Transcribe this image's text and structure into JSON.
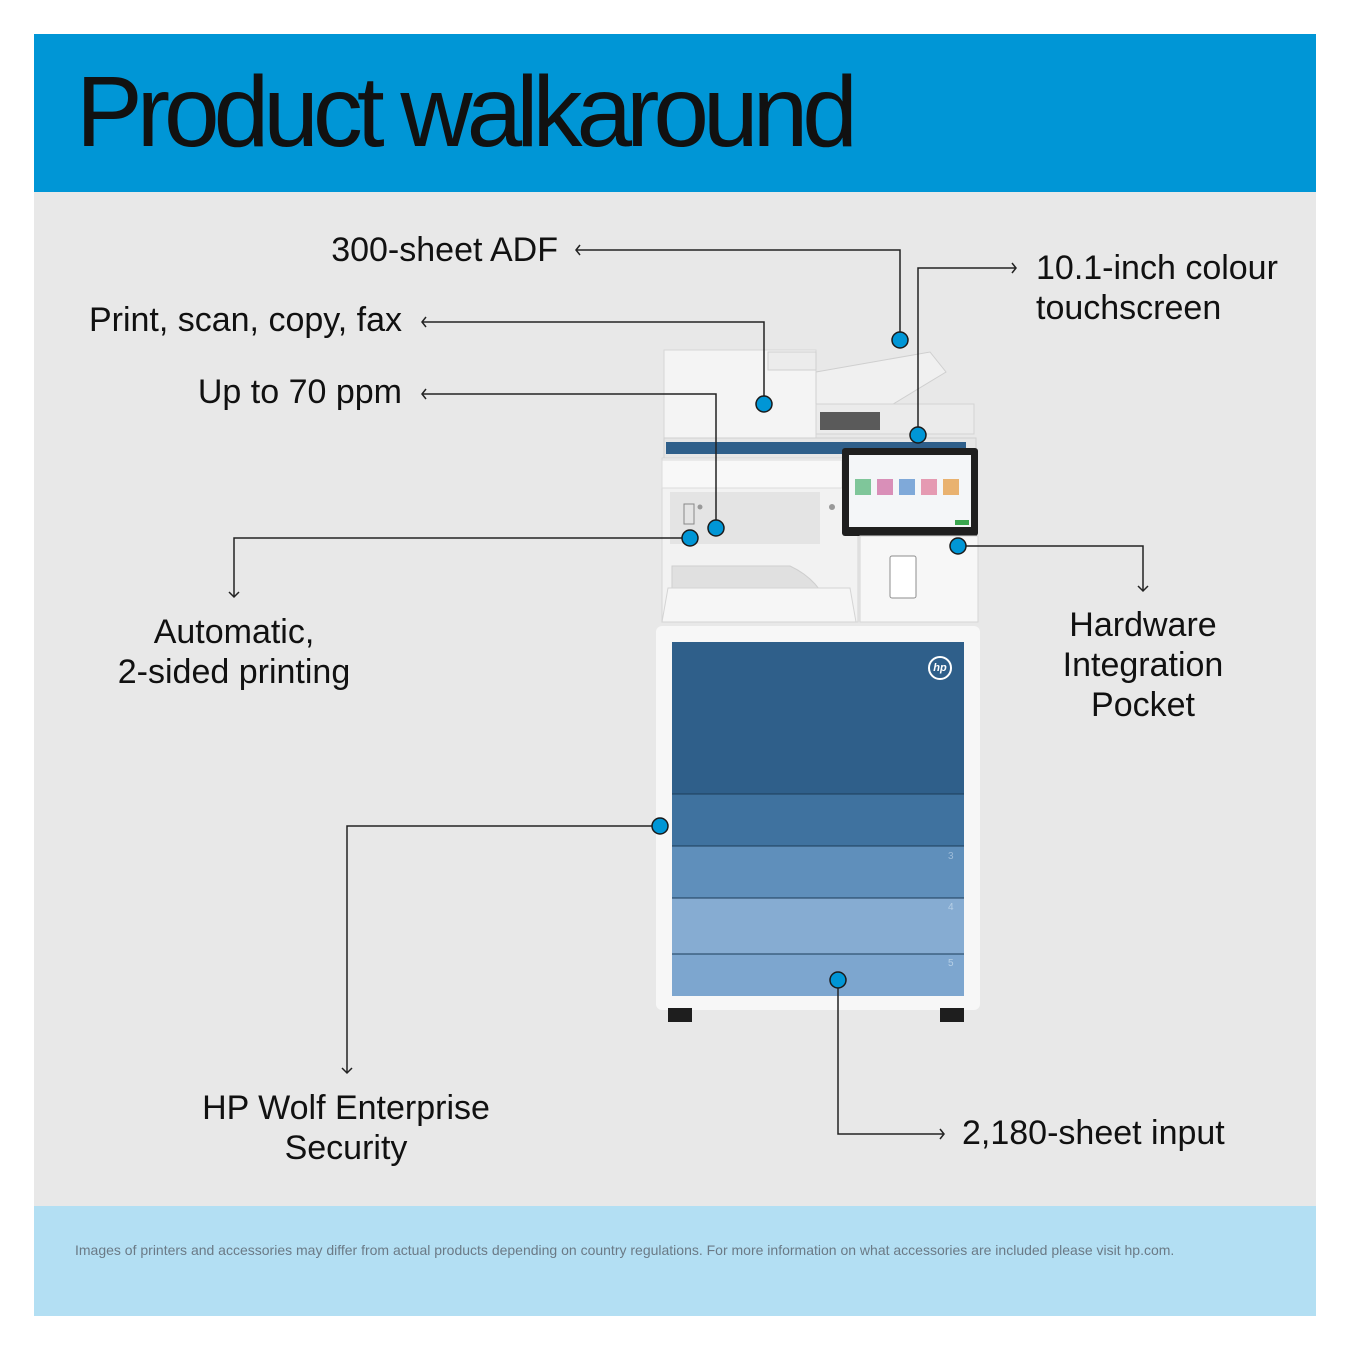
{
  "header": {
    "title": "Product walkaround",
    "background": "#0096d6"
  },
  "callouts": {
    "adf": "300-sheet ADF",
    "functions": "Print, scan, copy, fax",
    "speed": "Up to 70 ppm",
    "duplex": {
      "line1": "Automatic,",
      "line2": "2-sided printing"
    },
    "touchscreen": {
      "line1": "10.1-inch colour",
      "line2": "touchscreen"
    },
    "hip": {
      "line1": "Hardware",
      "line2": "Integration",
      "line3": "Pocket"
    },
    "security": {
      "line1": "HP Wolf Enterprise",
      "line2": "Security"
    },
    "input": "2,180-sheet input"
  },
  "printer": {
    "logo": "hp",
    "tray_numbers": [
      "3",
      "4",
      "5"
    ]
  },
  "colors": {
    "marker": "#0096d6",
    "panel": "#e8e8e8",
    "footer": "#b3dff3",
    "tray_dark": "#2f5f8a",
    "tray_light": "#86acd2"
  },
  "footer": {
    "note": "Images of printers and accessories may differ from actual products depending on country regulations. For more information on what accessories are included please visit hp.com."
  }
}
